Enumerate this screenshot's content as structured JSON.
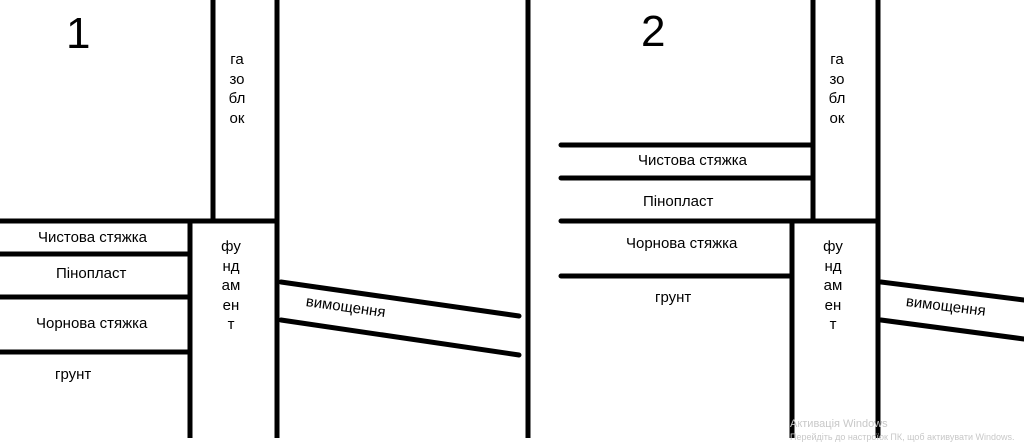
{
  "diagram_1": {
    "number": "1",
    "labels": {
      "wall": "газоблок",
      "finish_screed": "Чистова стяжка",
      "foam": "Пінопласт",
      "rough_screed": "Чорнова стяжка",
      "soil": "грунт",
      "foundation": "фундамент",
      "paving": "вимощення"
    }
  },
  "diagram_2": {
    "number": "2",
    "labels": {
      "wall": "газоблок",
      "finish_screed": "Чистова стяжка",
      "foam": "Пінопласт",
      "rough_screed": "Чорнова стяжка",
      "soil": "грунт",
      "foundation": "фундамент",
      "paving": "вимощення"
    }
  },
  "watermark": {
    "line1": "Активація Windows",
    "line2": "Перейдіть до настроїок ПК, щоб активувати Windows."
  },
  "colors": {
    "line": "#000000",
    "background": "#ffffff",
    "watermark": "#c8c8c8"
  }
}
